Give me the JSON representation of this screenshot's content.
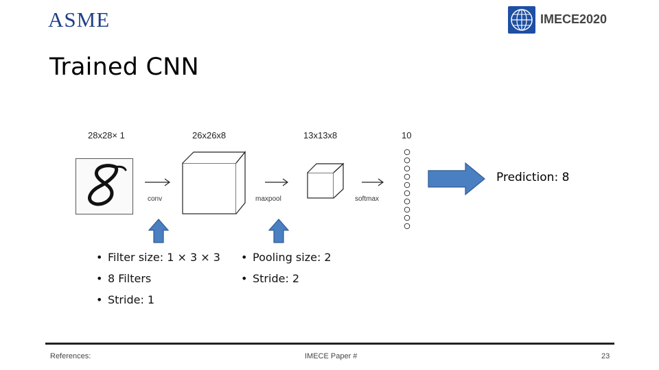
{
  "header": {
    "left_logo_text": "ASME",
    "right_logo_text": "IMECE2020"
  },
  "slide": {
    "title": "Trained CNN"
  },
  "diagram": {
    "input_dims": "28x28× 1",
    "conv_dims": "26x26x8",
    "pool_dims": "13x13x8",
    "output_dims": "10",
    "op_conv": "conv",
    "op_pool": "maxpool",
    "op_softmax": "softmax",
    "prediction": "Prediction: 8"
  },
  "conv_params": [
    "Filter size: 1 × 3 × 3",
    "8 Filters",
    "Stride: 1"
  ],
  "pool_params": [
    "Pooling size: 2",
    "Stride: 2"
  ],
  "footer": {
    "references": "References:",
    "paper": "IMECE Paper #",
    "page_number": "23"
  },
  "colors": {
    "arrow_fill": "#4a7fc1",
    "arrow_stroke": "#2d5a94",
    "asme_blue": "#1f3f88",
    "imece_blue": "#1e4fa3"
  }
}
